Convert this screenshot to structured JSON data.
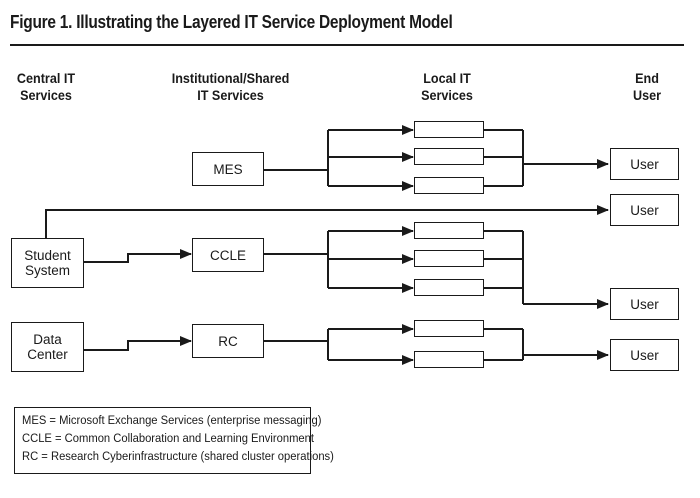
{
  "figure": {
    "title": "Figure 1. Illustrating the Layered IT Service Deployment Model"
  },
  "columns": {
    "central": [
      "Central IT",
      "Services"
    ],
    "institutional": [
      "Institutional/Shared",
      "IT Services"
    ],
    "local": [
      "Local IT",
      "Services"
    ],
    "end_user": [
      "End",
      "User"
    ]
  },
  "central_boxes": {
    "student": [
      "Student",
      "System"
    ],
    "data": [
      "Data",
      "Center"
    ]
  },
  "institutional_boxes": {
    "mes": "MES",
    "ccle": "CCLE",
    "rc": "RC"
  },
  "user_boxes": [
    "User",
    "User",
    "User",
    "User"
  ],
  "legend": [
    "MES = Microsoft Exchange Services (enterprise messaging)",
    "CCLE = Common Collaboration and Learning Environment",
    "RC = Research Cyberinfrastructure (shared cluster operations)"
  ]
}
